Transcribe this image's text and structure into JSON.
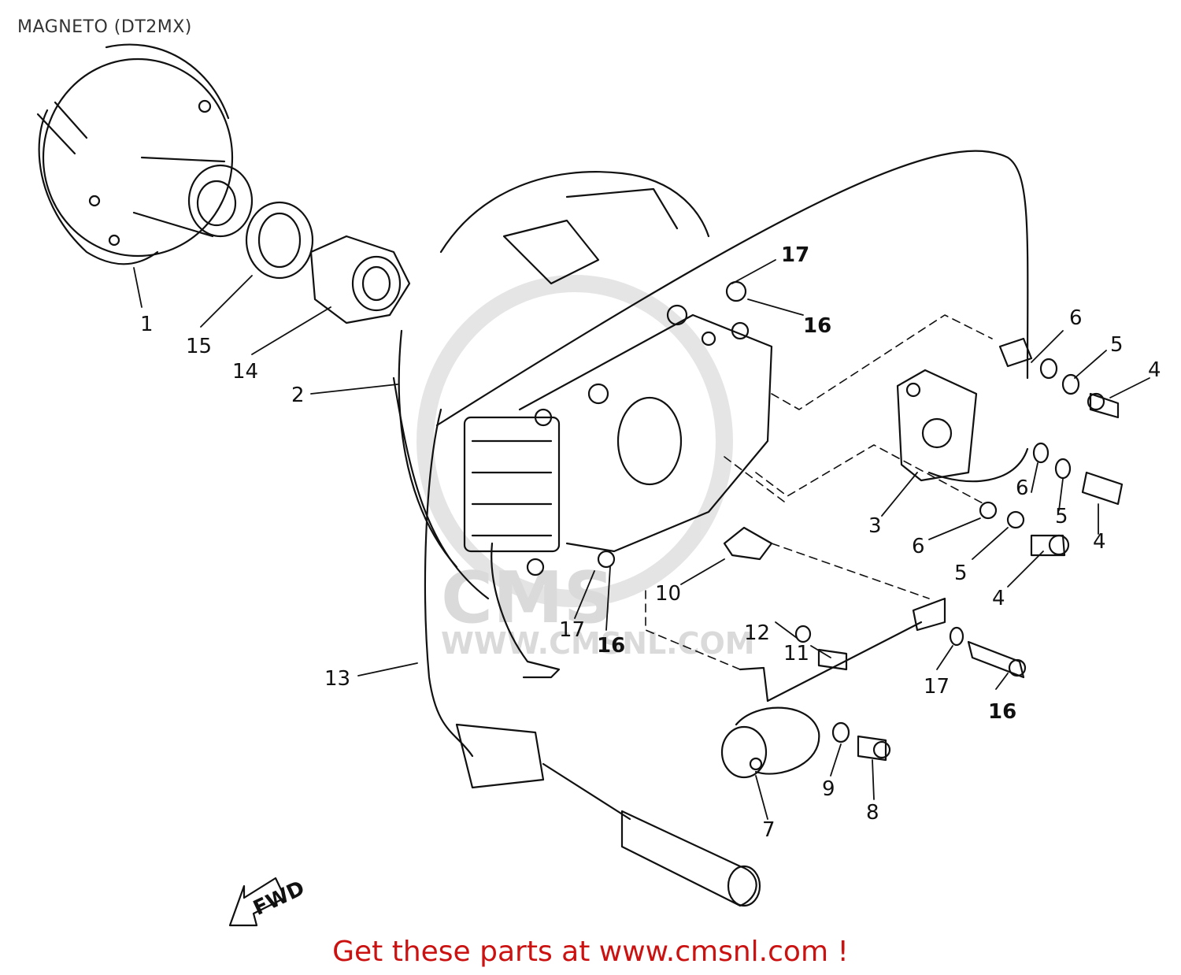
{
  "title": "MAGNETO (DT2MX)",
  "footer": {
    "text": "Get these parts at www.cmsnl.com !"
  },
  "watermark": {
    "brand": "CMS",
    "url": "WWW.CMSNL.COM"
  },
  "fwd_label": "FWD",
  "callouts": [
    "1",
    "15",
    "14",
    "2",
    "17",
    "16",
    "6",
    "5",
    "4",
    "3",
    "6",
    "5",
    "4",
    "6",
    "5",
    "4",
    "10",
    "12",
    "11",
    "17",
    "16",
    "13",
    "17",
    "16",
    "9",
    "8",
    "7"
  ],
  "colors": {
    "ink": "#111111",
    "accent": "#cc1111",
    "watermark": "#d6d6d6"
  }
}
